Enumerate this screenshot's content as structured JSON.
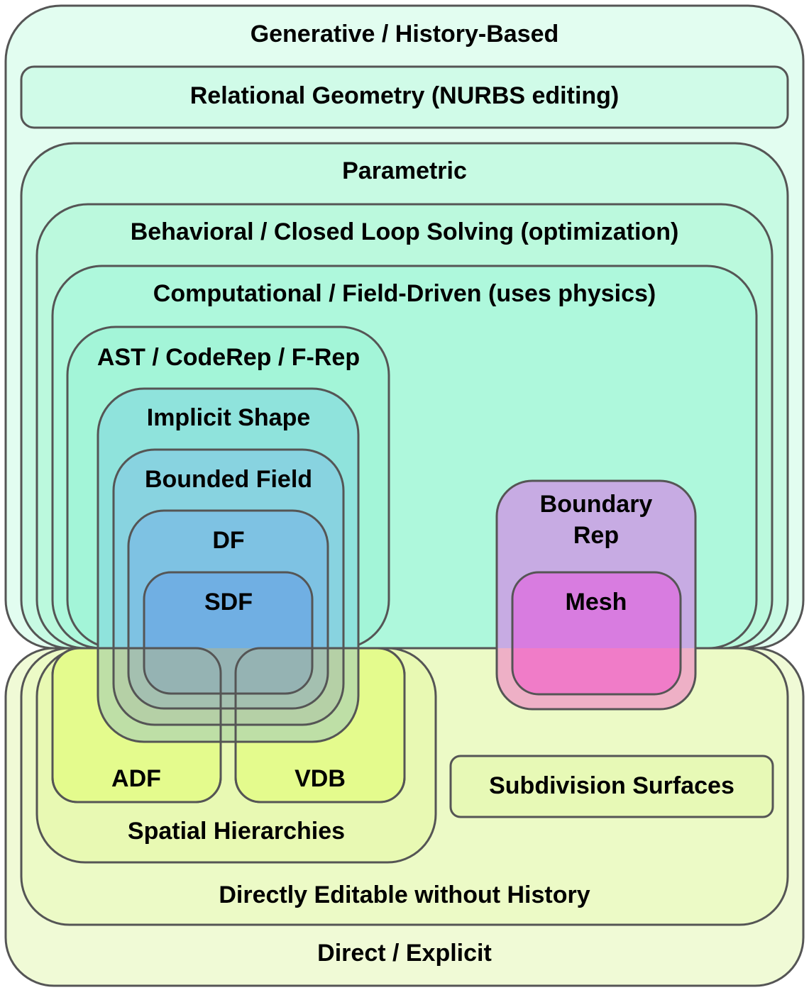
{
  "regions": {
    "generative": {
      "label": "Generative / History-Based"
    },
    "relational": {
      "label": "Relational Geometry (NURBS editing)"
    },
    "parametric": {
      "label": "Parametric"
    },
    "behavioral": {
      "label": "Behavioral / Closed Loop Solving (optimization)"
    },
    "computational": {
      "label": "Computational / Field-Driven (uses physics)"
    },
    "ast": {
      "label": "AST / CodeRep / F-Rep"
    },
    "implicit": {
      "label": "Implicit Shape"
    },
    "bounded": {
      "label": "Bounded Field"
    },
    "df": {
      "label": "DF"
    },
    "sdf": {
      "label": "SDF"
    },
    "brep": {
      "label_line1": "Boundary",
      "label_line2": "Rep"
    },
    "mesh": {
      "label": "Mesh"
    },
    "adf": {
      "label": "ADF"
    },
    "vdb": {
      "label": "VDB"
    },
    "spatial": {
      "label": "Spatial Hierarchies"
    },
    "subdivision": {
      "label": "Subdivision Surfaces"
    },
    "directly_editable": {
      "label": "Directly Editable without History"
    },
    "direct": {
      "label": "Direct / Explicit"
    }
  },
  "colors": {
    "generative": "#e2fdf0",
    "relational": "#d0fbe8",
    "parametric": "#c7fae3",
    "behavioral": "#bbf9dd",
    "computational": "#aef8dc",
    "ast": "#a3f5d8",
    "implicit": "#8fe3dc",
    "bounded": "#88d3e0",
    "df": "#7ec2e3",
    "sdf": "#70afe3",
    "brep": "#c7abe3",
    "mesh": "#d87ce0",
    "direct": "#f0fad6",
    "directly_editable": "#ecfac6",
    "spatial": "#e8f9b3",
    "adf": "#e4fb8d",
    "vdb": "#e4fb8d",
    "subdivision": "#e7f9b6",
    "mesh_lower": "#f07cc8",
    "brep_lower": "#eeb0c6",
    "implicit_lower": "#bedfa6",
    "bounded_lower": "#b5d0a6",
    "df_lower": "#a4c0b0",
    "sdf_lower": "#95b3b3",
    "stroke": "#555555"
  }
}
